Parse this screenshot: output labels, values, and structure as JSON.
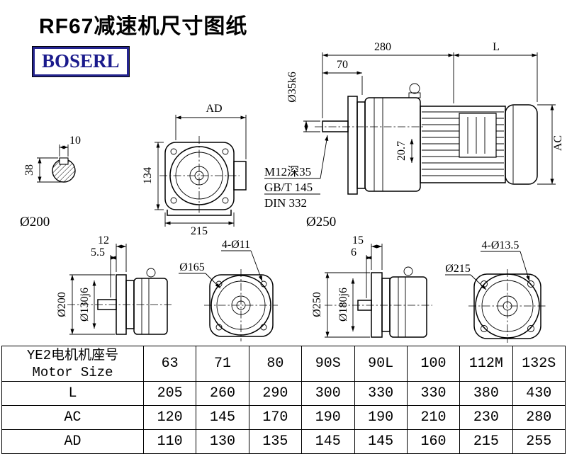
{
  "header": {
    "title": "RF67减速机尺寸图纸",
    "logo": "BOSERL"
  },
  "views": {
    "shaft_section": {
      "dim_keyway_width": "10",
      "dim_height": "38",
      "label_diameter": "Ø200"
    },
    "front_view": {
      "dim_ad": "AD",
      "dim_height": "134",
      "dim_width": "215",
      "label_diameter": "Ø250"
    },
    "side_view": {
      "dim_length_280": "280",
      "dim_length_l": "L",
      "dim_shaft_len": "70",
      "dim_shaft_dia": "Ø35k6",
      "dim_offset": "20.7",
      "dim_ac": "AC",
      "note_thread": "M12深35",
      "note_gb": "GB/T 145",
      "note_din": "DIN 332"
    },
    "side_small_1": {
      "dim_flange_t": "12",
      "dim_gap": "5.5",
      "dim_outer": "Ø200",
      "dim_spigot": "Ø130j6"
    },
    "flange_1": {
      "note_holes": "4-Ø11",
      "dim_bolt_circle": "Ø165"
    },
    "side_small_2": {
      "dim_flange_t": "15",
      "dim_gap": "6",
      "dim_outer": "Ø250",
      "dim_spigot": "Ø180j6"
    },
    "flange_2": {
      "note_holes": "4-Ø13.5",
      "dim_bolt_circle": "Ø215"
    }
  },
  "table": {
    "header": {
      "line1": "YE2电机机座号",
      "line2": "Motor Size"
    },
    "sizes": [
      "63",
      "71",
      "80",
      "90S",
      "90L",
      "100",
      "112M",
      "132S"
    ],
    "rows": [
      {
        "label": "L",
        "values": [
          "205",
          "260",
          "290",
          "300",
          "330",
          "330",
          "380",
          "430"
        ]
      },
      {
        "label": "AC",
        "values": [
          "120",
          "145",
          "170",
          "190",
          "190",
          "210",
          "230",
          "280"
        ]
      },
      {
        "label": "AD",
        "values": [
          "110",
          "130",
          "135",
          "145",
          "145",
          "160",
          "215",
          "255"
        ]
      }
    ]
  }
}
